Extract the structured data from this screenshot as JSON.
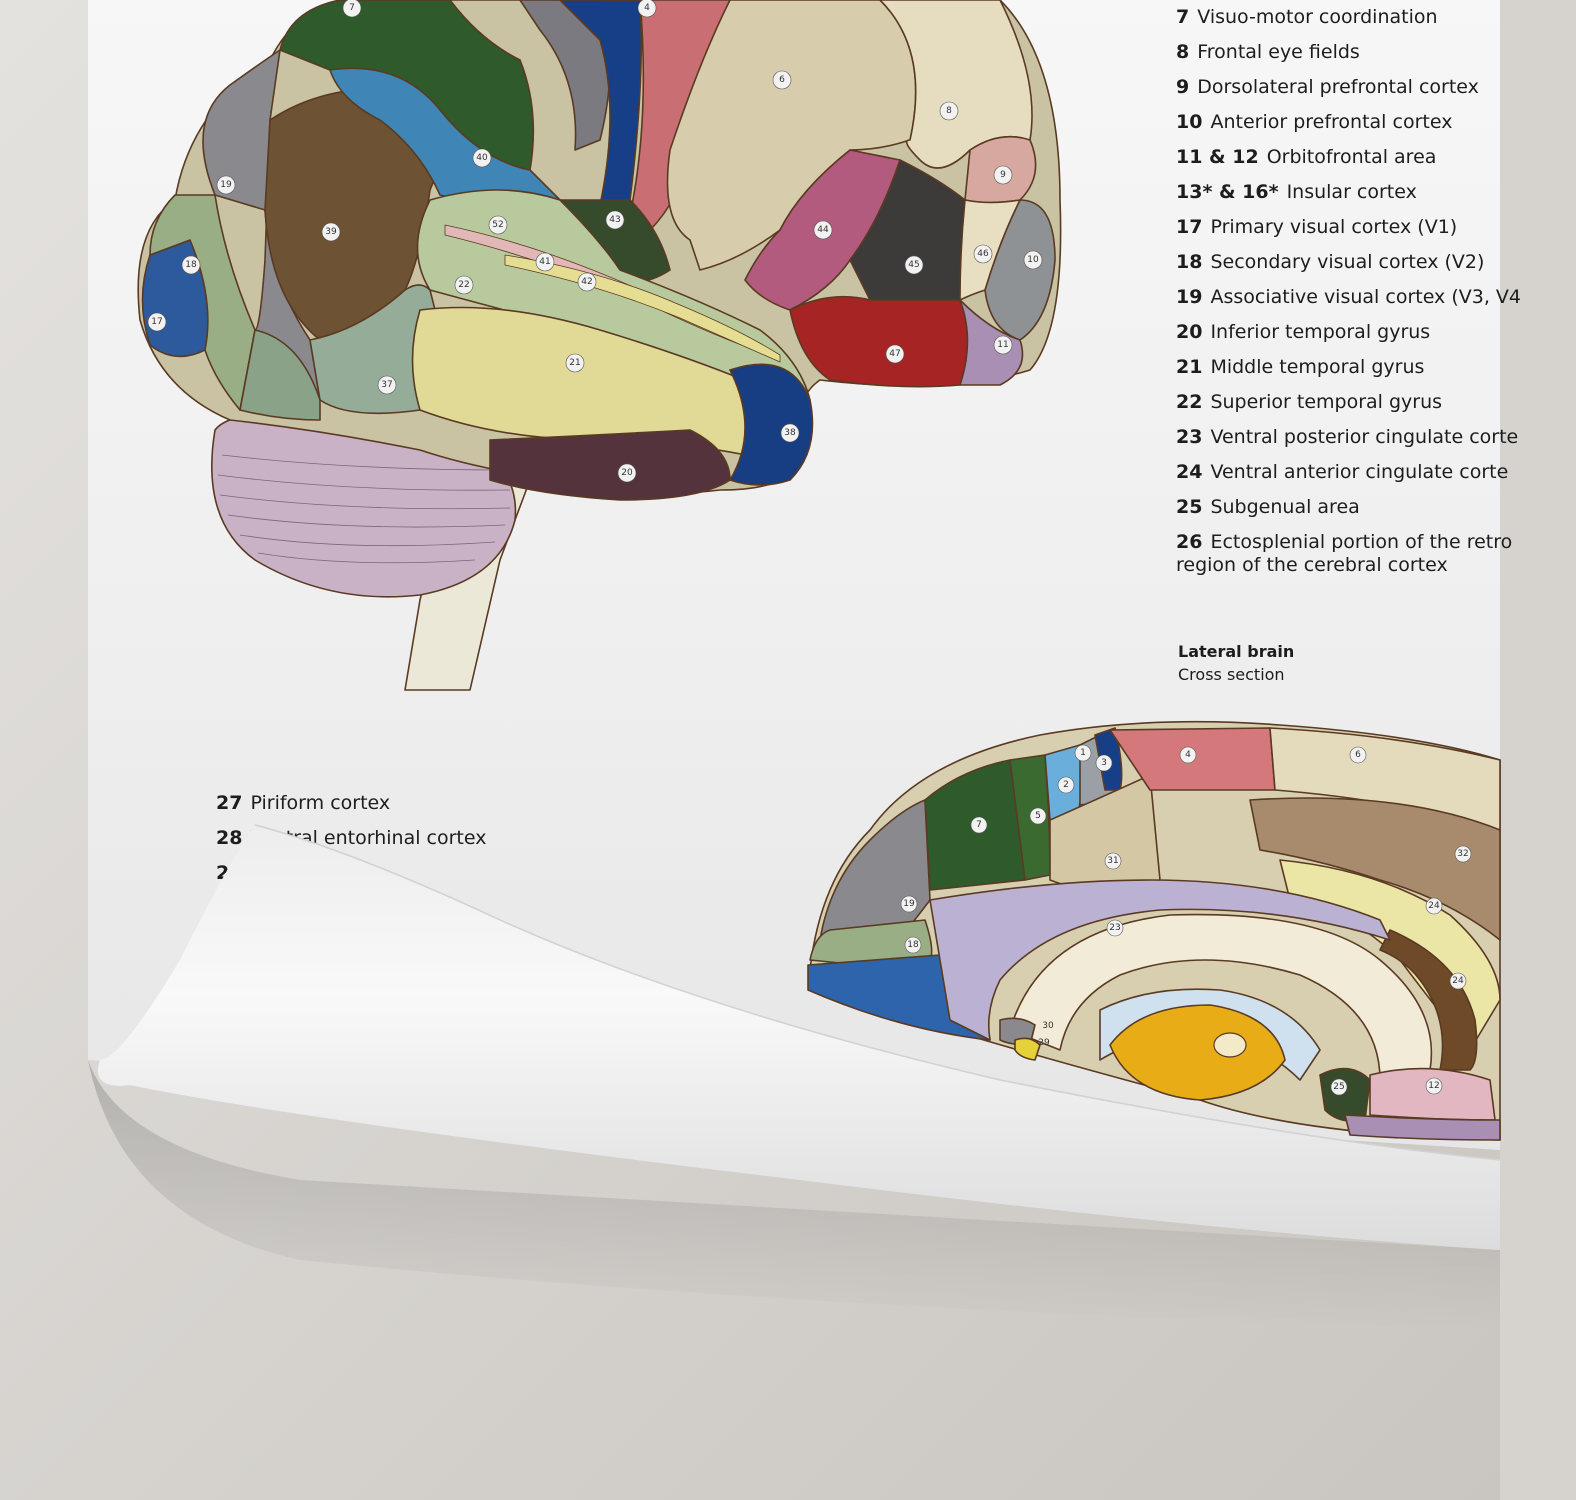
{
  "legend_right": [
    {
      "num": "7",
      "label": "Visuo-motor coordination"
    },
    {
      "num": "8",
      "label": "Frontal eye fields"
    },
    {
      "num": "9",
      "label": "Dorsolateral prefrontal cortex"
    },
    {
      "num": "10",
      "label": "Anterior prefrontal cortex"
    },
    {
      "num": "11 & 12",
      "label": "Orbitofrontal area"
    },
    {
      "num": "13* & 16*",
      "label": "Insular cortex"
    },
    {
      "num": "17",
      "label": "Primary visual cortex (V1)"
    },
    {
      "num": "18",
      "label": "Secondary visual cortex (V2)"
    },
    {
      "num": "19",
      "label": "Associative visual cortex (V3, V4"
    },
    {
      "num": "20",
      "label": "Inferior temporal gyrus"
    },
    {
      "num": "21",
      "label": "Middle temporal gyrus"
    },
    {
      "num": "22",
      "label": "Superior temporal gyrus"
    },
    {
      "num": "23",
      "label": "Ventral posterior cingulate corte"
    },
    {
      "num": "24",
      "label": "Ventral anterior cingulate corte"
    },
    {
      "num": "25",
      "label": "Subgenual area"
    },
    {
      "num": "26",
      "label": "Ectosplenial portion of the retro region of the cerebral cortex"
    }
  ],
  "legend_left": [
    {
      "num": "27",
      "label": "Piriform cortex"
    },
    {
      "num": "28",
      "label": "Ventral entorhinal cortex"
    },
    {
      "num": "29",
      "label": ""
    }
  ],
  "caption": {
    "title": "Lateral brain",
    "subtitle": "Cross section"
  },
  "lateral_labels": [
    "7",
    "4",
    "6",
    "8",
    "9",
    "10",
    "40",
    "19",
    "39",
    "52",
    "43",
    "44",
    "45",
    "46",
    "18",
    "41",
    "42",
    "22",
    "17",
    "21",
    "47",
    "11",
    "37",
    "38",
    "20"
  ],
  "medial_labels": [
    "1",
    "2",
    "3",
    "4",
    "5",
    "6",
    "7",
    "31",
    "32",
    "19",
    "18",
    "23",
    "24",
    "30",
    "29",
    "25",
    "12"
  ],
  "colors": {
    "wall": "#d6d3cf",
    "paper": "#f3f3f3",
    "text": "#1d1d1d"
  }
}
